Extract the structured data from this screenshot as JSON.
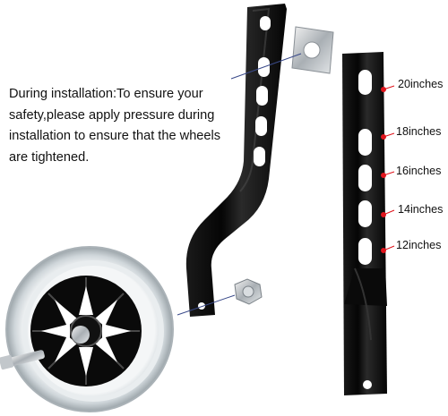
{
  "instruction": {
    "lines": [
      "During installation:To ensure your",
      "safety,please apply pressure during",
      "installation to ensure that the wheels",
      "are tightened."
    ]
  },
  "size_labels": [
    "20inches",
    "18inches",
    "16inches",
    "14inches",
    "12inches"
  ],
  "colors": {
    "bracket": "#0d0d0d",
    "marker": "#e0141c",
    "leader_line": "#3a4a8a",
    "tire": "#d8dee2",
    "hardware": "#c9ced3"
  }
}
